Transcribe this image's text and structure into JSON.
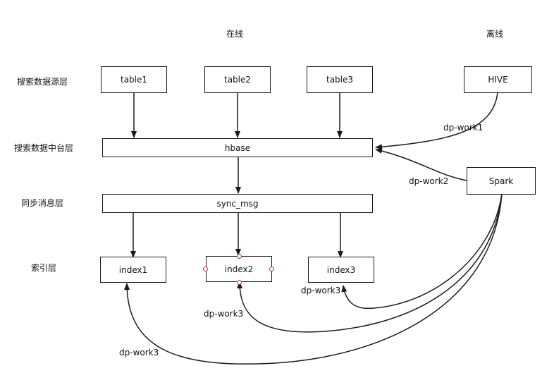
{
  "headers": {
    "online": "在线",
    "offline": "离线"
  },
  "layers": {
    "source": "搜索数据源层",
    "middle": "搜索数据中台层",
    "sync": "同步消息层",
    "index": "索引层"
  },
  "nodes": {
    "table1": "table1",
    "table2": "table2",
    "table3": "table3",
    "hive": "HIVE",
    "hbase": "hbase",
    "sync_msg": "sync_msg",
    "spark": "Spark",
    "index1": "index1",
    "index2": "index2",
    "index3": "index3"
  },
  "edge_labels": {
    "hive_to_hbase": "dp-work1",
    "spark_to_hbase": "dp-work2",
    "spark_to_index3": "dp-work3",
    "spark_to_index2": "dp-work3",
    "spark_to_index1": "dp-work3"
  }
}
